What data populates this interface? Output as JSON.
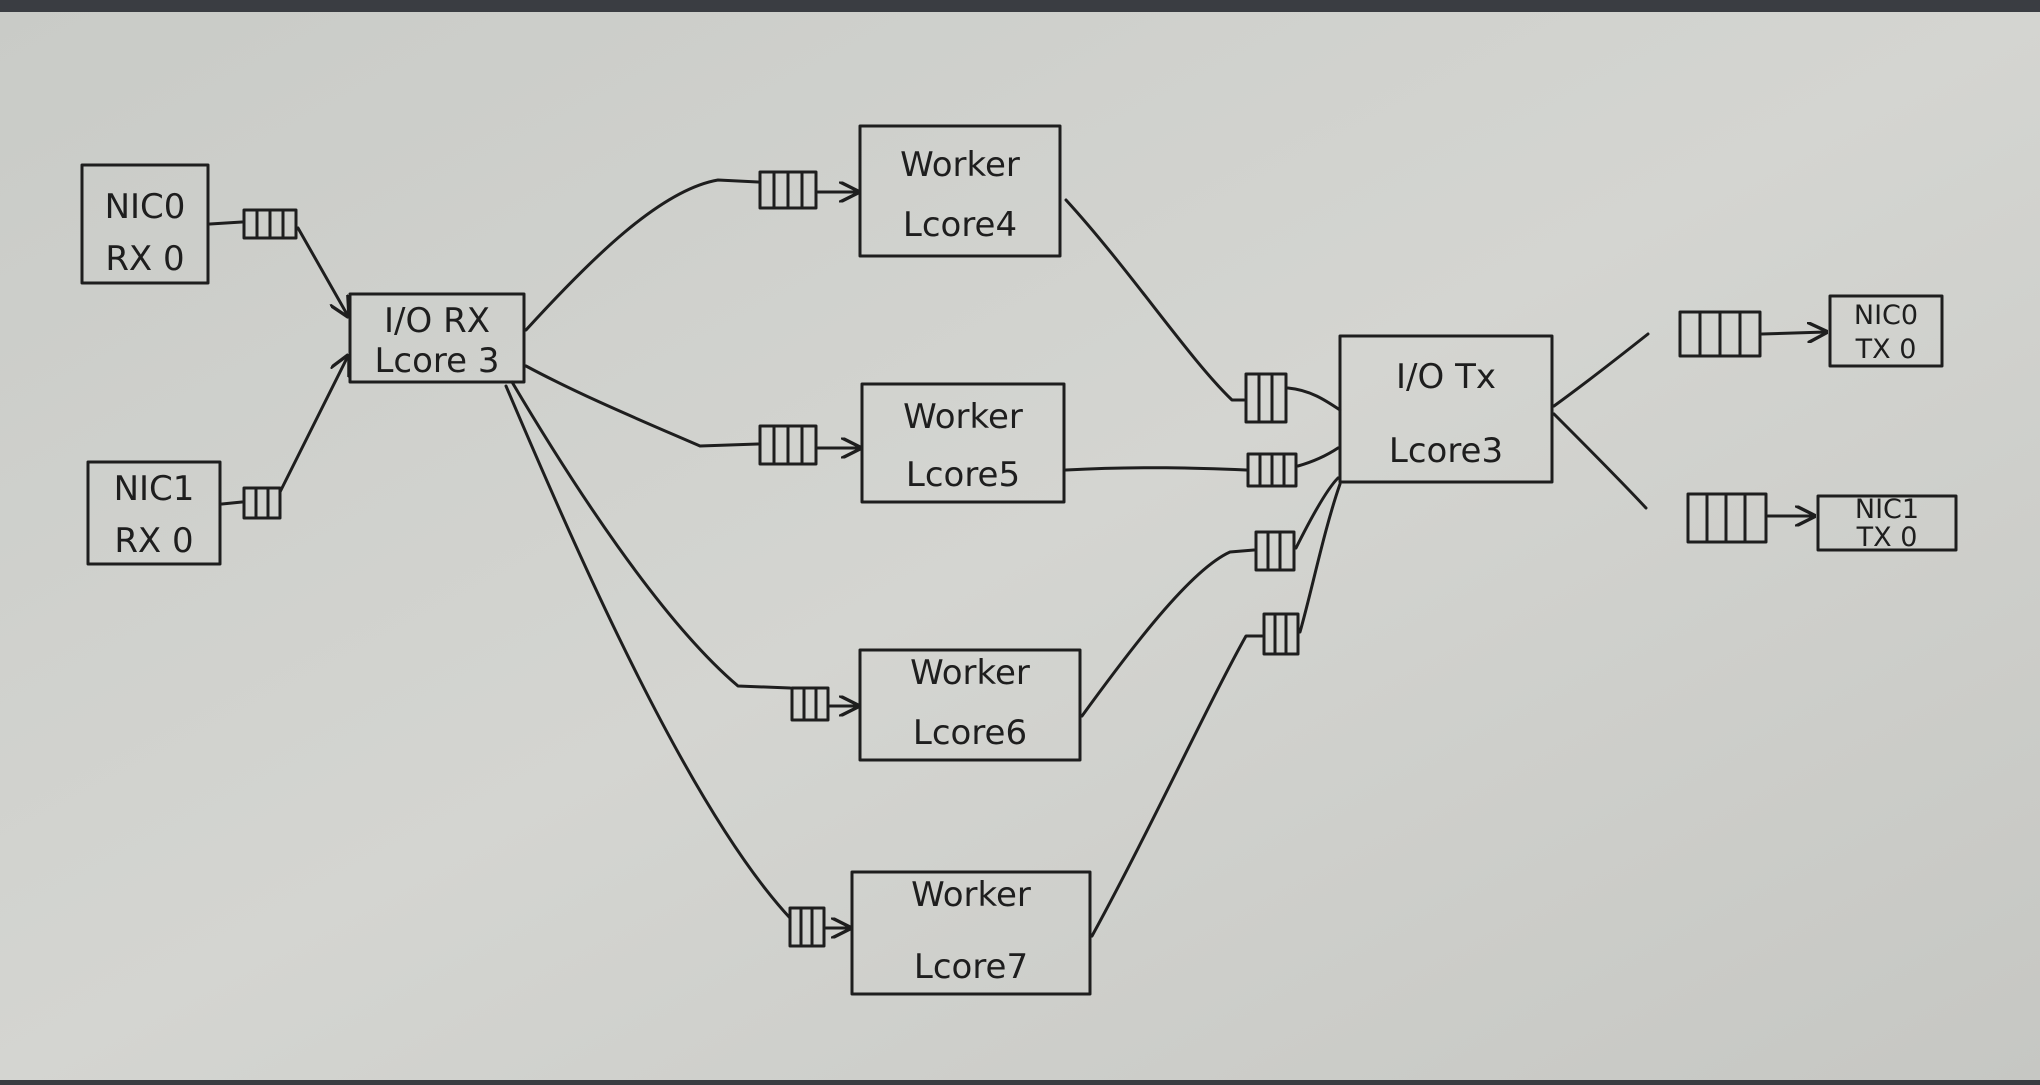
{
  "nodes": {
    "nic0_rx": {
      "line1": "NIC0",
      "line2": "RX 0"
    },
    "nic1_rx": {
      "line1": "NIC1",
      "line2": "RX 0"
    },
    "io_rx": {
      "line1": "I/O RX",
      "line2": "Lcore 3"
    },
    "worker4": {
      "line1": "Worker",
      "line2": "Lcore4"
    },
    "worker5": {
      "line1": "Worker",
      "line2": "Lcore5"
    },
    "worker6": {
      "line1": "Worker",
      "line2": "Lcore6"
    },
    "worker7": {
      "line1": "Worker",
      "line2": "Lcore7"
    },
    "io_tx": {
      "line1": "I/O Tx",
      "line2": "Lcore3"
    },
    "nic0_tx": {
      "line1": "NIC0",
      "line2": "TX 0"
    },
    "nic1_tx": {
      "line1": "NIC1",
      "line2": "TX 0"
    }
  }
}
